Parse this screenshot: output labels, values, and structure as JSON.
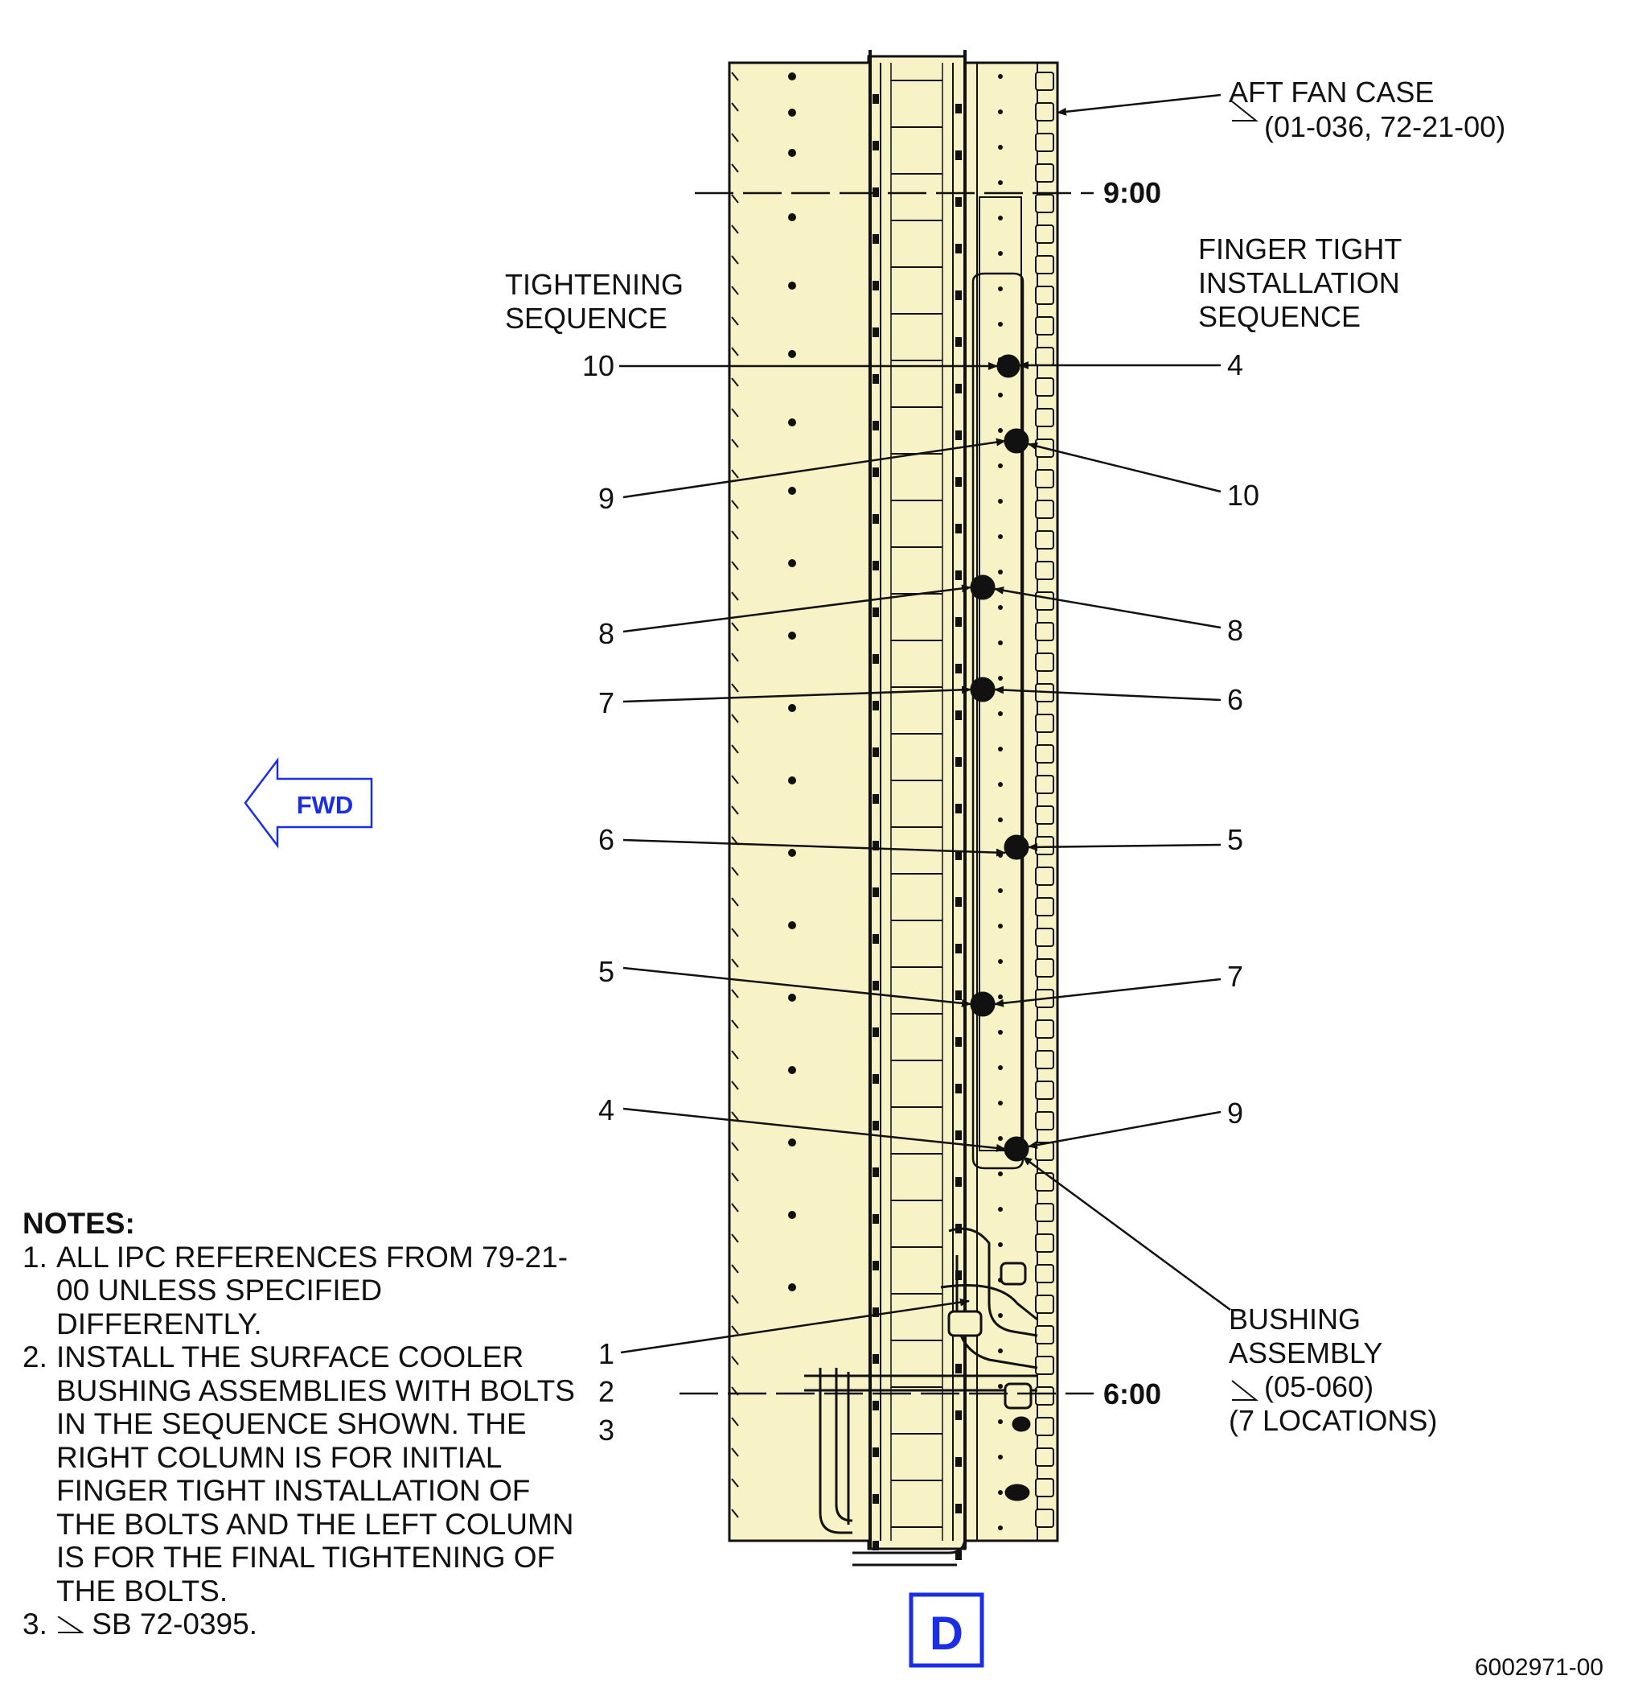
{
  "colors": {
    "part_fill": "#f7f3c6",
    "line": "#111111",
    "accent_blue": "#1a2ee6"
  },
  "callouts": {
    "aft_fan_case": "AFT FAN CASE",
    "aft_fan_case_ref": "(01-036, 72-21-00)",
    "nine_oclock": "9:00",
    "six_oclock": "6:00",
    "tightening_seq_1": "TIGHTENING",
    "tightening_seq_2": "SEQUENCE",
    "finger_tight_1": "FINGER TIGHT",
    "finger_tight_2": "INSTALLATION",
    "finger_tight_3": "SEQUENCE",
    "bushing_1": "BUSHING",
    "bushing_2": "ASSEMBLY",
    "bushing_ref": "(05-060)",
    "bushing_locations": "(7 LOCATIONS)",
    "fwd": "FWD",
    "view_letter": "D",
    "left_sequence": [
      "10",
      "9",
      "8",
      "7",
      "6",
      "5",
      "4"
    ],
    "right_sequence": [
      "4",
      "10",
      "8",
      "6",
      "5",
      "7",
      "9"
    ],
    "bottom_left_numbers": [
      "1",
      "2",
      "3"
    ]
  },
  "notes": {
    "title": "NOTES:",
    "items": [
      {
        "num": "1.",
        "text": "ALL IPC REFERENCES FROM 79-21-00 UNLESS SPECIFIED DIFFERENTLY."
      },
      {
        "num": "2.",
        "text": "INSTALL THE SURFACE COOLER BUSHING ASSEMBLIES WITH BOLTS IN THE SEQUENCE SHOWN. THE RIGHT COLUMN IS FOR INITIAL FINGER TIGHT INSTALLATION OF THE BOLTS AND THE LEFT COLUMN IS FOR THE FINAL TIGHTENING OF THE BOLTS."
      },
      {
        "num": "3.",
        "text": "SB 72-0395."
      }
    ]
  },
  "figure_id": "6002971-00"
}
